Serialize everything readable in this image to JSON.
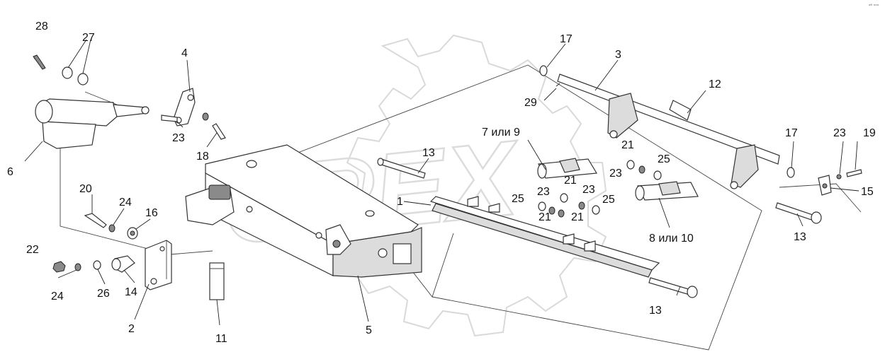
{
  "corner_mark": "ᵃᴮ ᵒᵒᵒ",
  "watermark_text": "OPEX",
  "colors": {
    "line": "#333333",
    "watermark": "#d9d9d9",
    "background": "#ffffff"
  },
  "callouts": {
    "c1": "1",
    "c2": "2",
    "c3": "3",
    "c4": "4",
    "c5": "5",
    "c6": "6",
    "c7or9": "7 или 9",
    "c8or10": "8 или 10",
    "c11": "11",
    "c12": "12",
    "c13a": "13",
    "c13b": "13",
    "c13c": "13",
    "c14": "14",
    "c15": "15",
    "c16": "16",
    "c17a": "17",
    "c17b": "17",
    "c18": "18",
    "c19": "19",
    "c20": "20",
    "c21a": "21",
    "c21b": "21",
    "c21c": "21",
    "c21d": "21",
    "c22": "22",
    "c23a": "23",
    "c23b": "23",
    "c23c": "23",
    "c23d": "23",
    "c23e": "23",
    "c24a": "24",
    "c24b": "24",
    "c25a": "25",
    "c25b": "25",
    "c25c": "25",
    "c26": "26",
    "c27": "27",
    "c28": "28",
    "c29": "29"
  }
}
